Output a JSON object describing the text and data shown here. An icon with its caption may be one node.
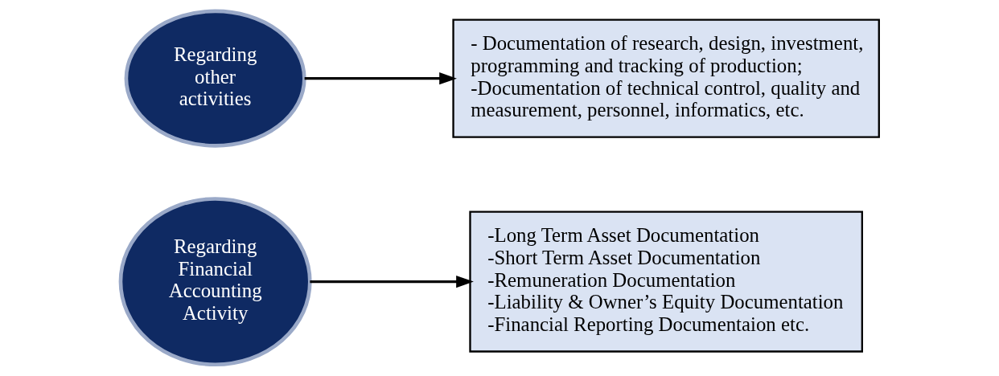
{
  "diagram": {
    "nodes": [
      {
        "text": [
          "Regarding Financial Accounting Activity"
        ]
      },
      {
        "text": [
          "-Long Term Asset Documentation",
          "-Short Term Asset Documentation",
          "-Remuneration Documentation",
          "-Liability & Owner’s Equity Documentation",
          "-Financial Reporting Documentaion etc."
        ]
      },
      {
        "text": [
          "Regarding other activities"
        ]
      },
      {
        "text": [
          "- Documentation of research, design, investment, programming and tracking of production;",
          "-Documentation of technical control, quality and measurement, personnel, informatics, etc."
        ]
      }
    ],
    "edges": [
      {
        "from": 0,
        "to": 1,
        "arrow": "to"
      },
      {
        "from": 2,
        "to": 3,
        "arrow": "to"
      }
    ]
  }
}
